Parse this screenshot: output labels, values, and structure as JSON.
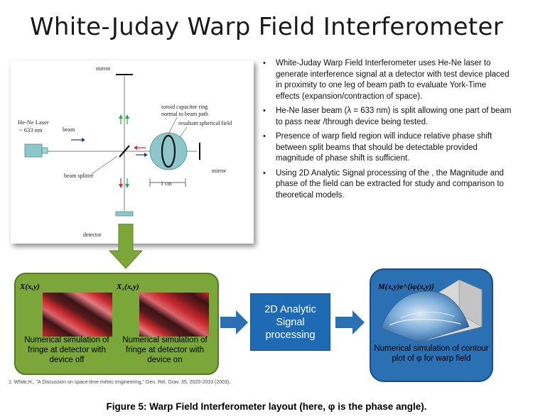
{
  "title": "White-Juday Warp Field Interferometer",
  "diagram": {
    "mirror_top": "mirror",
    "laser_label_1": "He-Ne Laser",
    "laser_label_2": "~ 633 nm",
    "beam": "beam",
    "beam_splitter": "beam splitter",
    "toroid_1": "toroid capacitor ring",
    "toroid_2": "normal to beam path",
    "resultant": "resultant spherical field",
    "mirror_right": "mirror",
    "scale": "1 cm",
    "detector": "detector"
  },
  "bullets": [
    "White-Juday Warp Field Interferometer uses He-Ne laser to generate interference signal at a detector with test device placed in proximity to one leg of beam path to evaluate York-Time effects (expansion/contraction of space).",
    "He-Ne laser beam (λ = 633 nm) is split allowing one part of beam to pass near /through device being tested.",
    "Presence of warp field region will induce relative phase shift between split beams that should be detectable provided magnitude of phase shift is sufficient.",
    "Using 2D Analytic Signal processing of the , the Magnitude and phase of the field can be extracted for study and comparison to theoretical models."
  ],
  "green_panel": {
    "label_left": "X(x,y)",
    "label_right": "X₁(x,y)",
    "caption_left": "Numerical simulation of fringe at detector with device off",
    "caption_right": "Numerical simulation of fringe at detector with device on"
  },
  "process_box": "2D Analytic Signal processing",
  "blue_panel": {
    "label": "M(x,y)e^{iφ(x,y)}",
    "caption": "Numerical simulation of contour plot of φ for warp field"
  },
  "reference": "1.     White,H., \"A Discussion on space-time metric engineering,\" Gen. Rel. Grav. 35, 2025-2033 (2003).",
  "figure_caption": "Figure 5: Warp Field Interferometer layout (here, φ is the phase angle).",
  "colors": {
    "green_panel": "#7aa63a",
    "blue_box": "#1f6ab5",
    "blue_panel": "#2a70b3",
    "arrow_green": "#7aa63a",
    "arrow_blue": "#2a70b3",
    "fringe_red": "#c8282e",
    "fringe_dark": "#3a1416",
    "beam_red": "#e0262e",
    "beam_green": "#2aa84a",
    "beam_blue": "#1f3a9a"
  }
}
